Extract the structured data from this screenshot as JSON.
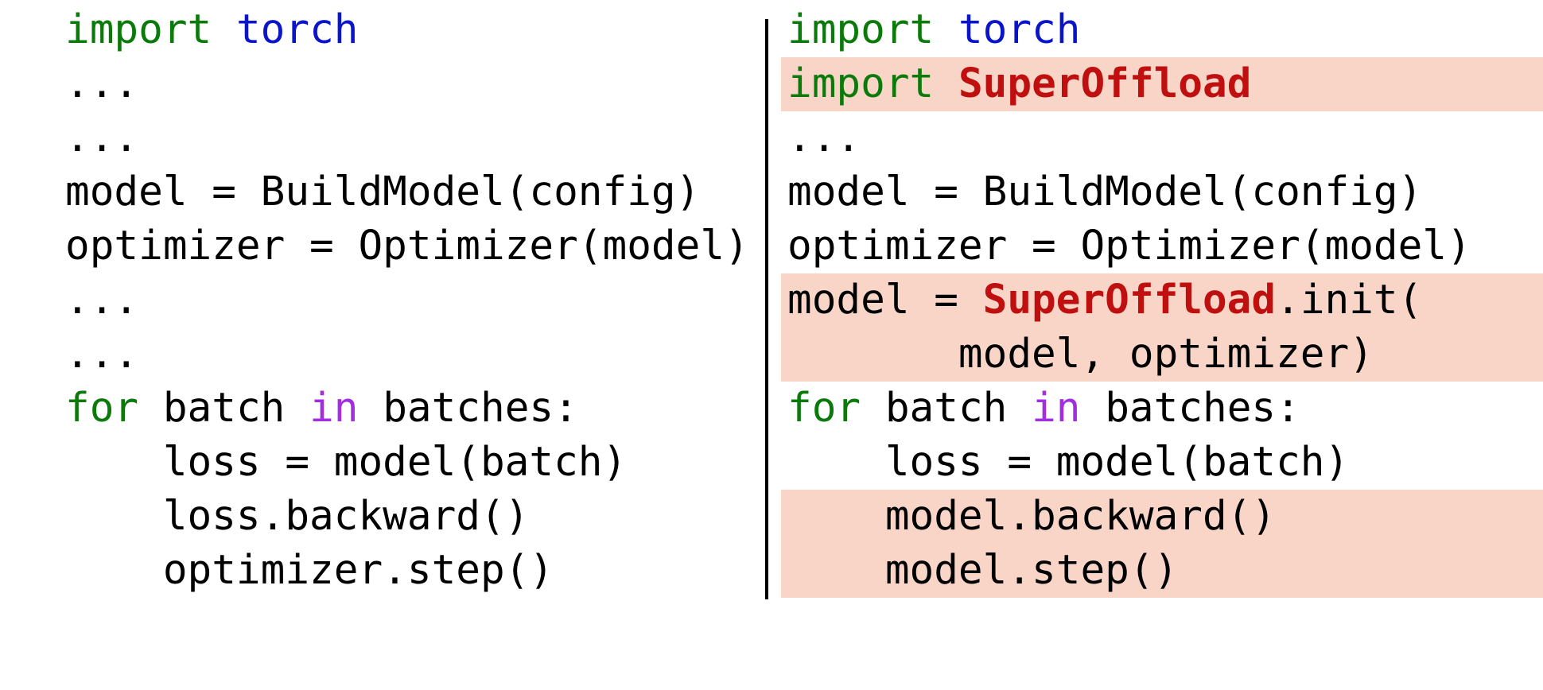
{
  "colors": {
    "keyword": "#0b7a0b",
    "module": "#0a15c9",
    "operator": "#a22ee0",
    "brand": "#bf0f0f",
    "plain": "#000000",
    "highlight": "#f8d5c7",
    "divider": "#000000"
  },
  "left_code": {
    "lines": [
      {
        "highlighted": false,
        "tokens": [
          {
            "text": "import",
            "kind": "keyword"
          },
          {
            "text": " ",
            "kind": "plain"
          },
          {
            "text": "torch",
            "kind": "module"
          }
        ]
      },
      {
        "highlighted": false,
        "tokens": [
          {
            "text": "...",
            "kind": "plain"
          }
        ]
      },
      {
        "highlighted": false,
        "tokens": [
          {
            "text": "...",
            "kind": "plain"
          }
        ]
      },
      {
        "highlighted": false,
        "tokens": [
          {
            "text": "model = BuildModel(config)",
            "kind": "plain"
          }
        ]
      },
      {
        "highlighted": false,
        "tokens": [
          {
            "text": "optimizer = Optimizer(model)",
            "kind": "plain"
          }
        ]
      },
      {
        "highlighted": false,
        "tokens": [
          {
            "text": "...",
            "kind": "plain"
          }
        ]
      },
      {
        "highlighted": false,
        "tokens": [
          {
            "text": "...",
            "kind": "plain"
          }
        ]
      },
      {
        "highlighted": false,
        "tokens": [
          {
            "text": "for",
            "kind": "keyword"
          },
          {
            "text": " batch ",
            "kind": "plain"
          },
          {
            "text": "in",
            "kind": "operator"
          },
          {
            "text": " batches:",
            "kind": "plain"
          }
        ]
      },
      {
        "highlighted": false,
        "tokens": [
          {
            "text": "    loss = model(batch)",
            "kind": "plain"
          }
        ]
      },
      {
        "highlighted": false,
        "tokens": [
          {
            "text": "    loss.backward()",
            "kind": "plain"
          }
        ]
      },
      {
        "highlighted": false,
        "tokens": [
          {
            "text": "    optimizer.step()",
            "kind": "plain"
          }
        ]
      }
    ]
  },
  "right_code": {
    "lines": [
      {
        "highlighted": false,
        "tokens": [
          {
            "text": "import",
            "kind": "keyword"
          },
          {
            "text": " ",
            "kind": "plain"
          },
          {
            "text": "torch",
            "kind": "module"
          }
        ]
      },
      {
        "highlighted": true,
        "tokens": [
          {
            "text": "import",
            "kind": "keyword"
          },
          {
            "text": " ",
            "kind": "plain"
          },
          {
            "text": "SuperOffload",
            "kind": "brand"
          }
        ]
      },
      {
        "highlighted": false,
        "tokens": [
          {
            "text": "...",
            "kind": "plain"
          }
        ]
      },
      {
        "highlighted": false,
        "tokens": [
          {
            "text": "model = BuildModel(config)",
            "kind": "plain"
          }
        ]
      },
      {
        "highlighted": false,
        "tokens": [
          {
            "text": "optimizer = Optimizer(model)",
            "kind": "plain"
          }
        ]
      },
      {
        "highlighted": true,
        "tokens": [
          {
            "text": "model = ",
            "kind": "plain"
          },
          {
            "text": "SuperOffload",
            "kind": "brand"
          },
          {
            "text": ".init(",
            "kind": "plain"
          }
        ]
      },
      {
        "highlighted": true,
        "tokens": [
          {
            "text": "       model, optimizer)",
            "kind": "plain"
          }
        ]
      },
      {
        "highlighted": false,
        "tokens": [
          {
            "text": "for",
            "kind": "keyword"
          },
          {
            "text": " batch ",
            "kind": "plain"
          },
          {
            "text": "in",
            "kind": "operator"
          },
          {
            "text": " batches:",
            "kind": "plain"
          }
        ]
      },
      {
        "highlighted": false,
        "tokens": [
          {
            "text": "    loss = model(batch)",
            "kind": "plain"
          }
        ]
      },
      {
        "highlighted": true,
        "tokens": [
          {
            "text": "    model.backward()",
            "kind": "plain"
          }
        ]
      },
      {
        "highlighted": true,
        "tokens": [
          {
            "text": "    model.step()",
            "kind": "plain"
          }
        ]
      }
    ]
  }
}
